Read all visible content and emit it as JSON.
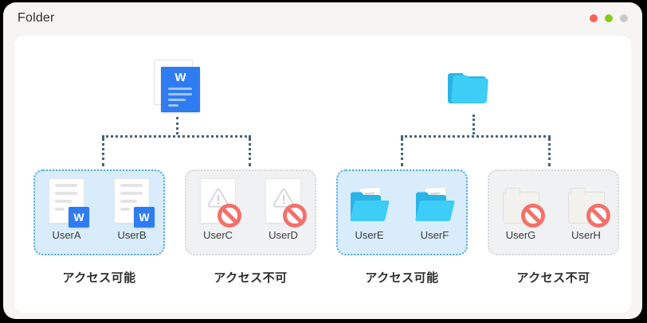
{
  "window": {
    "title": "Folder",
    "controls": [
      {
        "name": "close-button",
        "color": "#fa6157"
      },
      {
        "name": "minimize-button",
        "color": "#84cc1c"
      },
      {
        "name": "maximize-button",
        "color": "#c9c9c9"
      }
    ]
  },
  "diagram": {
    "word_initial": "W",
    "sources": [
      {
        "icon": "word-document-icon"
      },
      {
        "icon": "folder-icon"
      }
    ],
    "groups": [
      {
        "access": "allowed",
        "item_icon": "word-document-icon",
        "users": [
          "UserA",
          "UserB"
        ],
        "caption": "アクセス可能"
      },
      {
        "access": "denied",
        "item_icon": "blocked-document-icon",
        "users": [
          "UserC",
          "UserD"
        ],
        "caption": "アクセス不可"
      },
      {
        "access": "allowed",
        "item_icon": "open-folder-icon",
        "users": [
          "UserE",
          "UserF"
        ],
        "caption": "アクセス可能"
      },
      {
        "access": "denied",
        "item_icon": "blocked-folder-icon",
        "users": [
          "UserG",
          "UserH"
        ],
        "caption": "アクセス不可"
      }
    ]
  },
  "colors": {
    "word_blue": "#2e7cf0",
    "folder_cyan": "#3ecdf6",
    "folder_cyan_dark": "#2ab4e6",
    "allowed_box_bg": "#d9ecfb",
    "allowed_box_border": "#4fa7ea",
    "denied_box_bg": "#f0f1f2",
    "denied_box_border": "#d7d7d7",
    "prohibited_red": "#f3716c",
    "connector": "#46627c",
    "traffic_red": "#fa6157",
    "traffic_green": "#84cc1c",
    "traffic_gray": "#c9c9c9"
  }
}
